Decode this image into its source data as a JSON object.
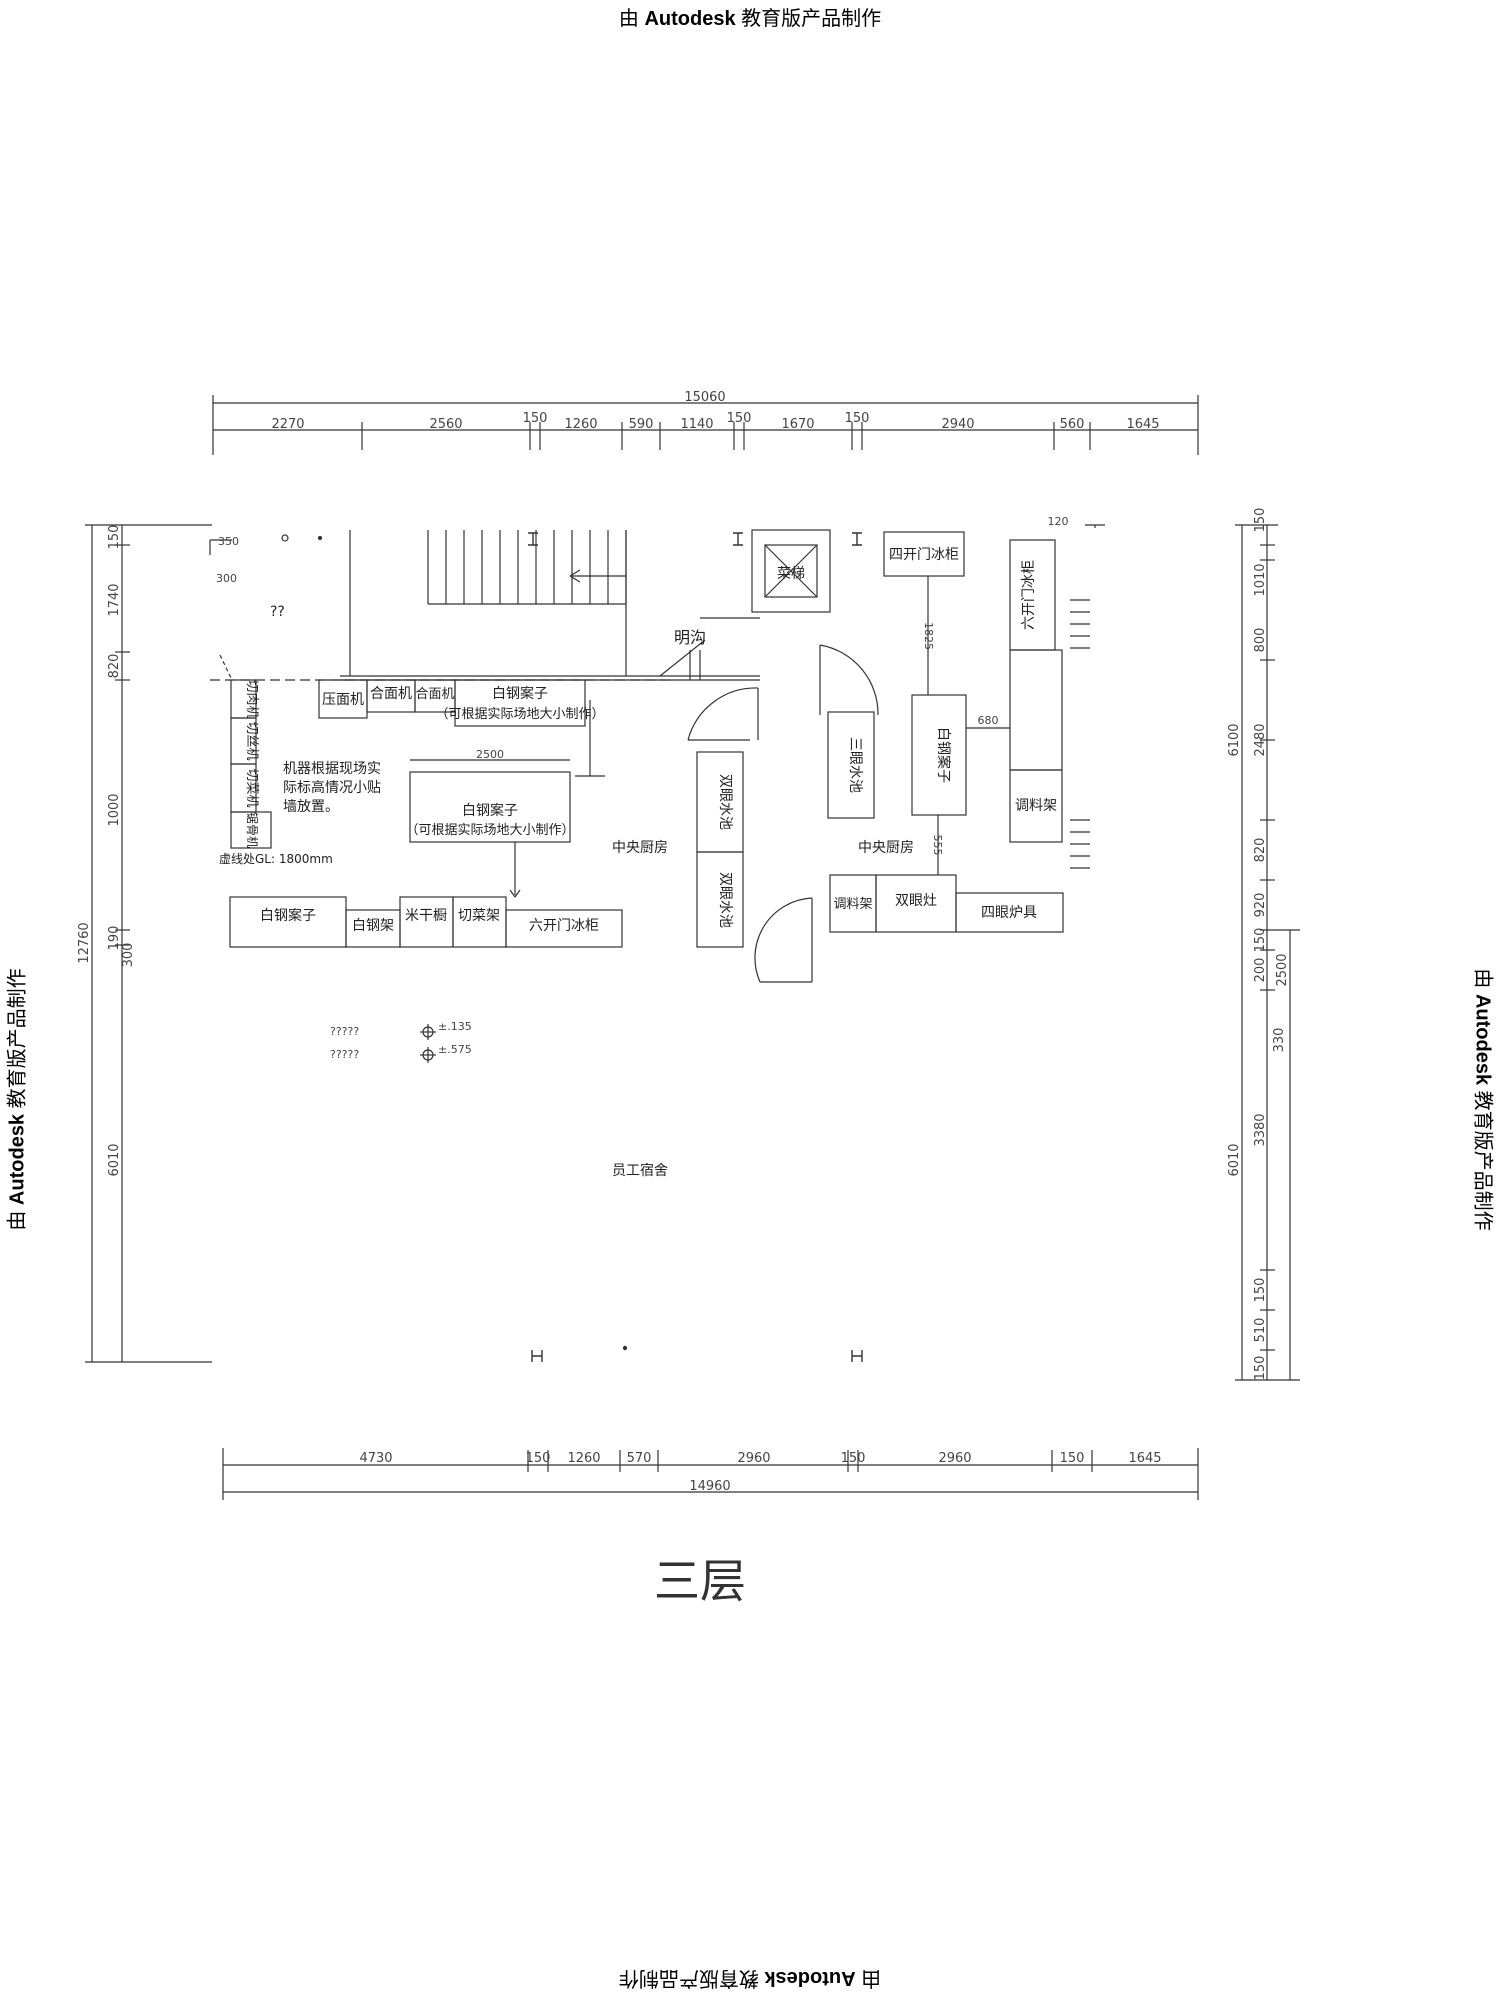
{
  "watermark": {
    "prefix": "由 ",
    "brand": "Autodesk",
    "suffix": " 教育版产品制作"
  },
  "floor_title": "三层",
  "dims": {
    "top_total": "15060",
    "top_segments": [
      "2270",
      "2560",
      "150",
      "1260",
      "590",
      "1140",
      "150",
      "1670",
      "150",
      "2940",
      "560",
      "1645"
    ],
    "bottom_total": "14960",
    "bottom_segments": [
      "4730",
      "150",
      "1260",
      "570",
      "2960",
      "150",
      "2960",
      "150",
      "1645"
    ],
    "left_total": "12760",
    "left_segments": [
      "150",
      "1740",
      "820",
      "1000",
      "190",
      "300",
      "6010"
    ],
    "right_total_a": "6100",
    "right_total_b": "2500",
    "right_total_c": "6010",
    "right_segments": [
      "150",
      "1010",
      "800",
      "2480",
      "820",
      "920",
      "150",
      "200",
      "330",
      "3380",
      "150",
      "510",
      "150"
    ],
    "small": {
      "d350": "350",
      "d300": "300",
      "d2500": "2500",
      "d1825": "1825",
      "d680": "680",
      "d555": "555",
      "d120": "120"
    }
  },
  "labels": {
    "stair_q": "??",
    "mingqu": "明沟",
    "central_kitchen_1": "中央厨房",
    "central_kitchen_2": "中央厨房",
    "staff_dorm": "员工宿舍",
    "note": "机器根据现场实际标高情况小贴墙放置。",
    "line_height": "虚线处GL: 1800mm",
    "elev_q1": "?????",
    "elev_v1": "±.135",
    "elev_q2": "?????",
    "elev_v2": "±.575",
    "lift": "菜梯"
  },
  "equipment": {
    "pressing": "压面机",
    "mixer1": "合面机",
    "mixer2": "合面机",
    "steel_table_top": "白钢案子",
    "steel_table_top_note": "（可根据实际场地大小制作）",
    "steel_table_mid": "白钢案子",
    "steel_table_mid_note": "（可根据实际场地大小制作）",
    "meat_cutter": "切肉机",
    "shredder": "切丝机",
    "veg_cutter": "切菜机",
    "bone_saw": "锯骨机",
    "steel_table_bottom": "白钢案子",
    "steel_rack": "白钢架",
    "dry_rack": "米干橱",
    "veg_rack": "切菜架",
    "fridge6_bottom": "六开门冰柜",
    "fridge4_top": "四开门冰柜",
    "fridge6_right": "六开门冰柜",
    "sink_double_1": "双眼水池",
    "sink_double_2": "双眼水池",
    "sink_triple": "三眼水池",
    "steel_table_right": "白钢案子",
    "spice_rack": "调料架",
    "spice_rack2": "调料架",
    "double_stove": "双眼灶",
    "four_stove": "四眼炉具"
  }
}
